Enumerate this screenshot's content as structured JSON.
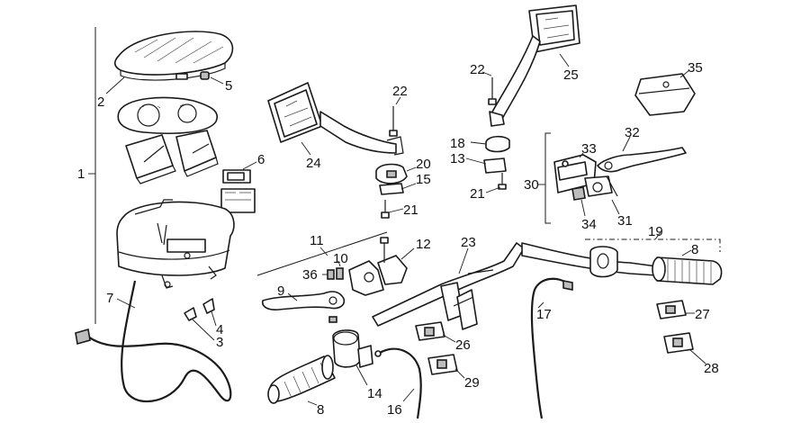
{
  "diagram": {
    "labels": [
      {
        "id": "l1",
        "text": "1"
      },
      {
        "id": "l2",
        "text": "2"
      },
      {
        "id": "l3",
        "text": "3"
      },
      {
        "id": "l4",
        "text": "4"
      },
      {
        "id": "l5",
        "text": "5"
      },
      {
        "id": "l6",
        "text": "6"
      },
      {
        "id": "l7",
        "text": "7"
      },
      {
        "id": "l8a",
        "text": "8"
      },
      {
        "id": "l8b",
        "text": "8"
      },
      {
        "id": "l9",
        "text": "9"
      },
      {
        "id": "l10",
        "text": "10"
      },
      {
        "id": "l11",
        "text": "11"
      },
      {
        "id": "l12",
        "text": "12"
      },
      {
        "id": "l13",
        "text": "13"
      },
      {
        "id": "l14",
        "text": "14"
      },
      {
        "id": "l15",
        "text": "15"
      },
      {
        "id": "l16",
        "text": "16"
      },
      {
        "id": "l17",
        "text": "17"
      },
      {
        "id": "l18",
        "text": "18"
      },
      {
        "id": "l19",
        "text": "19"
      },
      {
        "id": "l20",
        "text": "20"
      },
      {
        "id": "l21a",
        "text": "21"
      },
      {
        "id": "l21b",
        "text": "21"
      },
      {
        "id": "l22a",
        "text": "22"
      },
      {
        "id": "l22b",
        "text": "22"
      },
      {
        "id": "l23",
        "text": "23"
      },
      {
        "id": "l24",
        "text": "24"
      },
      {
        "id": "l25",
        "text": "25"
      },
      {
        "id": "l26",
        "text": "26"
      },
      {
        "id": "l27",
        "text": "27"
      },
      {
        "id": "l28",
        "text": "28"
      },
      {
        "id": "l29",
        "text": "29"
      },
      {
        "id": "l30",
        "text": "30"
      },
      {
        "id": "l31",
        "text": "31"
      },
      {
        "id": "l32",
        "text": "32"
      },
      {
        "id": "l33",
        "text": "33"
      },
      {
        "id": "l34",
        "text": "34"
      },
      {
        "id": "l35",
        "text": "35"
      },
      {
        "id": "l36",
        "text": "36"
      }
    ]
  }
}
